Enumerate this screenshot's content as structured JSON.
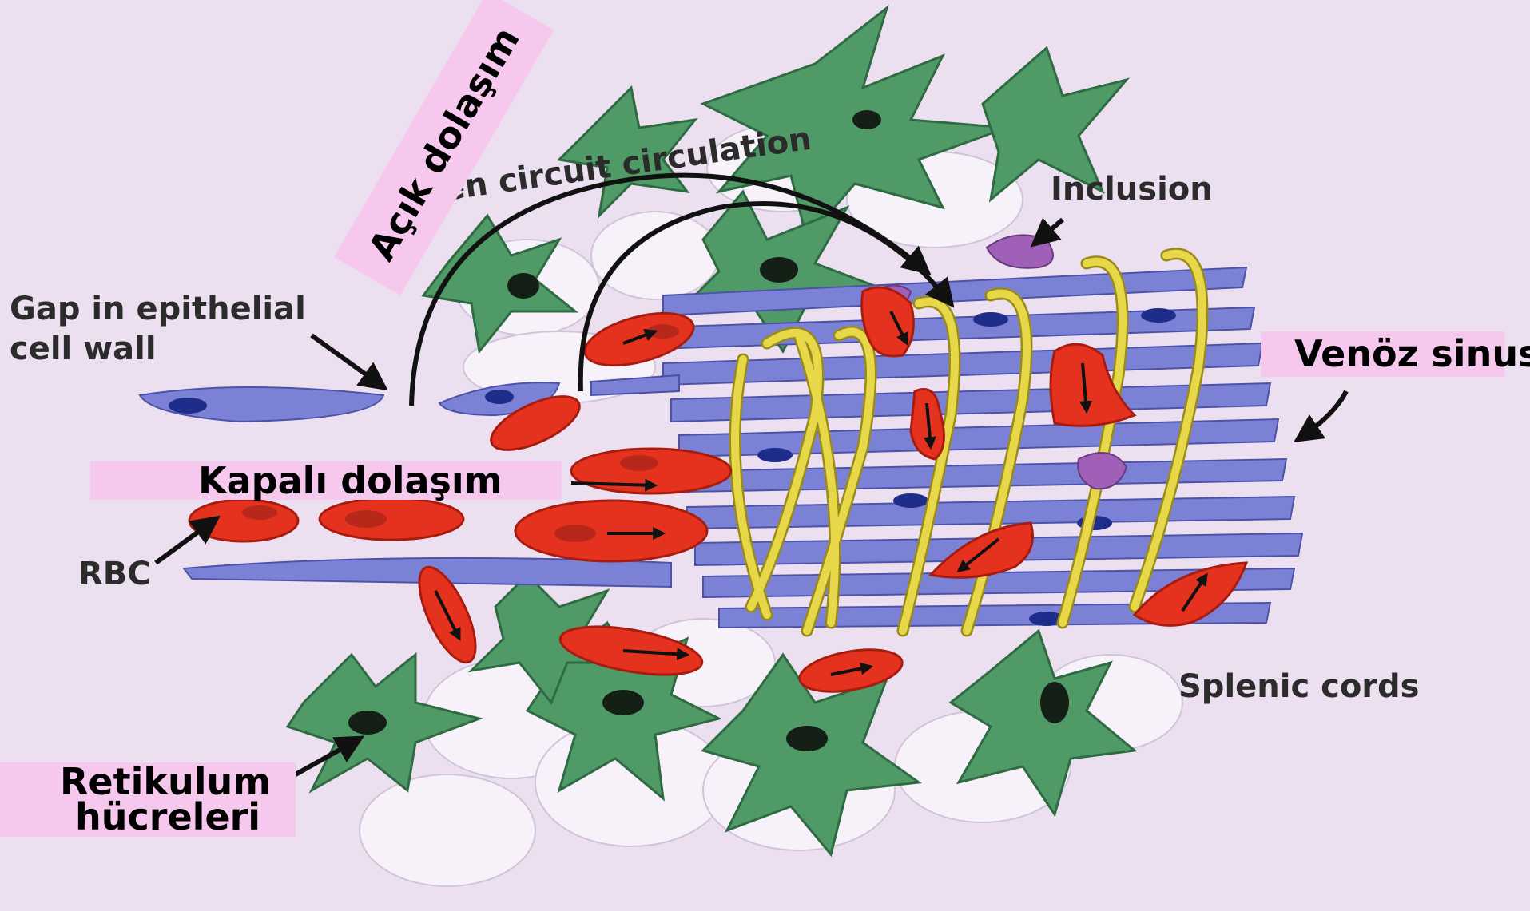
{
  "labels": {
    "open_circulation": "Open circuit circulation",
    "inclusion": "Inclusion",
    "gap": "Gap in epithelial cell wall",
    "gap_line1": "Gap in epithelial",
    "gap_line2": "cell wall",
    "rbc": "RBC",
    "splenic_cords": "Splenic cords"
  },
  "overlays": {
    "acik_dolasim": "Açık dolaşım",
    "kapali_dolasim": "Kapalı dolaşım",
    "venoz_sinus": "Venöz sinus",
    "retikulum_line1": "Retikulum",
    "retikulum_line2": "hücreleri"
  },
  "colors": {
    "background": "#ecdff0",
    "reticular_cell": "#4f9a66",
    "reticular_cell_dark": "#2e6b42",
    "endothelium": "#7b82d6",
    "endothelium_dark": "#4b52a8",
    "rbc": "#e5321f",
    "rbc_dark": "#a81c10",
    "basement_fiber": "#e7d84a",
    "inclusion": "#a060b8",
    "overlay_box": "#f7c8ee"
  }
}
